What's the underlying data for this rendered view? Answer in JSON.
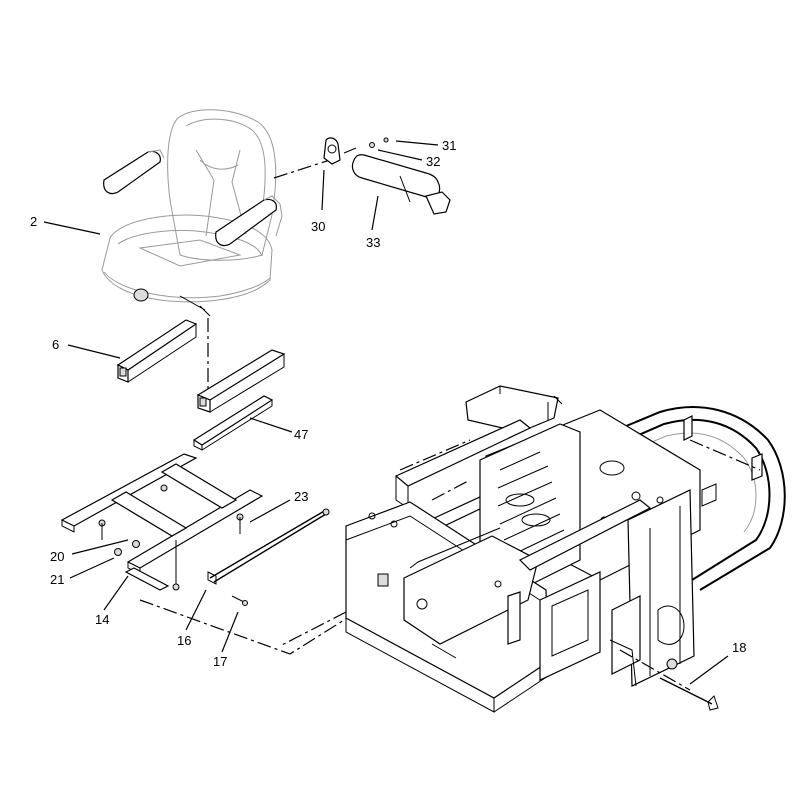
{
  "callouts": [
    {
      "id": "c31",
      "text": "31"
    },
    {
      "id": "c32",
      "text": "32"
    },
    {
      "id": "c30",
      "text": "30"
    },
    {
      "id": "c33",
      "text": "33"
    },
    {
      "id": "c2",
      "text": "2"
    },
    {
      "id": "c6",
      "text": "6"
    },
    {
      "id": "c47",
      "text": "47"
    },
    {
      "id": "c23",
      "text": "23"
    },
    {
      "id": "c20",
      "text": "20"
    },
    {
      "id": "c21",
      "text": "21"
    },
    {
      "id": "c14",
      "text": "14"
    },
    {
      "id": "c16",
      "text": "16"
    },
    {
      "id": "c17",
      "text": "17"
    },
    {
      "id": "c18",
      "text": "18"
    }
  ]
}
